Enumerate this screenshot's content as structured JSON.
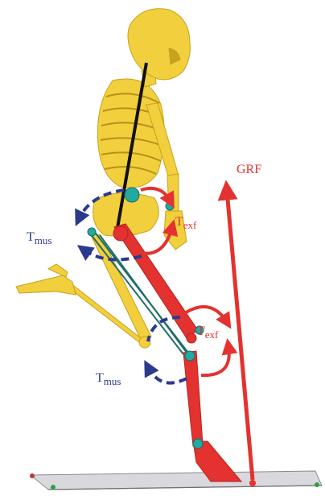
{
  "labels": {
    "grf": "GRF",
    "t_mus_upper": {
      "main": "T",
      "sub": "mus"
    },
    "t_mus_lower": {
      "main": "T",
      "sub": "mus"
    },
    "t_exf_upper": {
      "main": "T",
      "sub": "exf"
    },
    "t_exf_lower": {
      "main": "T",
      "sub": "exf"
    }
  },
  "colors": {
    "bone": "#f2cf3c",
    "bone_dark": "#c9a21d",
    "force_red": "#e3322f",
    "muscle_blue": "#2b3a8c",
    "joint_teal": "#23a9a0",
    "line_teal": "#1f6f69",
    "ground": "#cfcfd4",
    "trunk_line": "#111111"
  }
}
